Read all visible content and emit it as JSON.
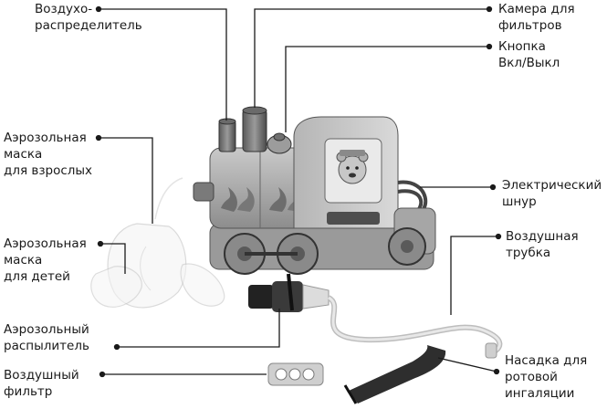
{
  "labels": {
    "air_distributor": "Воздухо-\nраспределитель",
    "filter_chamber": "Камера для\nфильтров",
    "power_button": "Кнопка\nВкл/Выкл",
    "adult_mask": "Аэрозольная\nмаска\nдля взрослых",
    "power_cord": "Электрический\nшнур",
    "child_mask": "Аэрозольная\nмаска\nдля детей",
    "air_tube": "Воздушная\nтрубка",
    "nebulizer": "Аэрозольный\nраспылитель",
    "air_filter": "Воздушный\nфильтр",
    "mouthpiece": "Насадка для\nротовой\nингаляции"
  }
}
